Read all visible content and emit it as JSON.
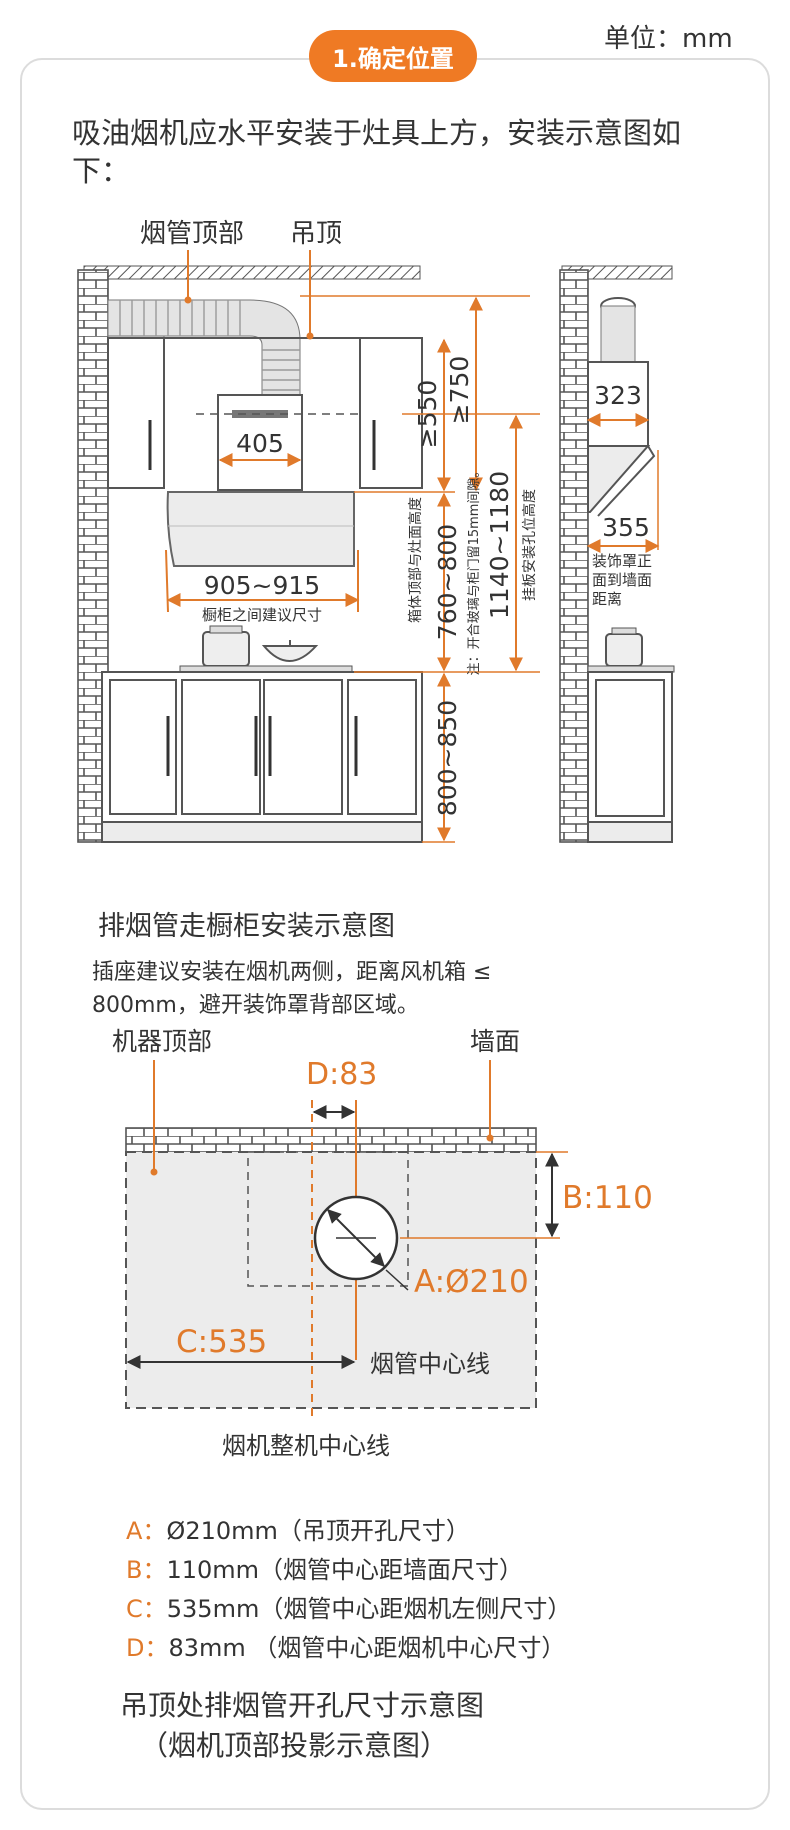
{
  "unit_label": "单位：mm",
  "step_title": "1.确定位置",
  "intro_text": "吸油烟机应水平安装于灶具上方，安装示意图如下：",
  "top_diagram": {
    "label_duct_top": "烟管顶部",
    "label_ceiling": "吊顶",
    "dim_hood_body_width": "405",
    "dim_cabinet_gap": "905~915",
    "dim_cabinet_gap_note": "橱柜之间建议尺寸",
    "dim_top_to_cabinet": "≥550",
    "dim_top_to_ceiling": "≥750",
    "dim_body_to_stove": "760~800",
    "dim_body_to_stove_note": "箱体顶部与灶面高度",
    "dim_body_to_stove_subnote": "注：开合玻璃与柜门留15mm间隙。",
    "dim_mount_holes": "1140~1180",
    "dim_mount_holes_note": "挂板安装孔位高度",
    "dim_counter_height": "800~850",
    "side_dim_depth": "323",
    "side_dim_cover": "355",
    "side_cover_note": "装饰罩正面到墙面距离",
    "colors": {
      "accent": "#e07a2b",
      "line": "#555555",
      "fill": "#ececec"
    }
  },
  "middle_caption": "排烟管走橱柜安装示意图",
  "socket_note": "插座建议安装在烟机两侧，距离风机箱 ≤ 800mm，避开装饰罩背部区域。",
  "bottom_diagram": {
    "label_machine_top": "机器顶部",
    "label_wall": "墙面",
    "dim_d": "D:83",
    "dim_b": "B:110",
    "dim_a": "A:Ø210",
    "dim_c": "C:535",
    "label_duct_center": "烟管中心线",
    "label_hood_center": "烟机整机中心线"
  },
  "legend": [
    {
      "key": "A：",
      "value": "Ø210mm（吊顶开孔尺寸）"
    },
    {
      "key": "B：",
      "value": "110mm（烟管中心距墙面尺寸）"
    },
    {
      "key": "C：",
      "value": "535mm（烟管中心距烟机左侧尺寸）"
    },
    {
      "key": "D：",
      "value": "83mm  （烟管中心距烟机中心尺寸）"
    }
  ],
  "bottom_caption_1": "吊顶处排烟管开孔尺寸示意图",
  "bottom_caption_2": "（烟机顶部投影示意图）"
}
